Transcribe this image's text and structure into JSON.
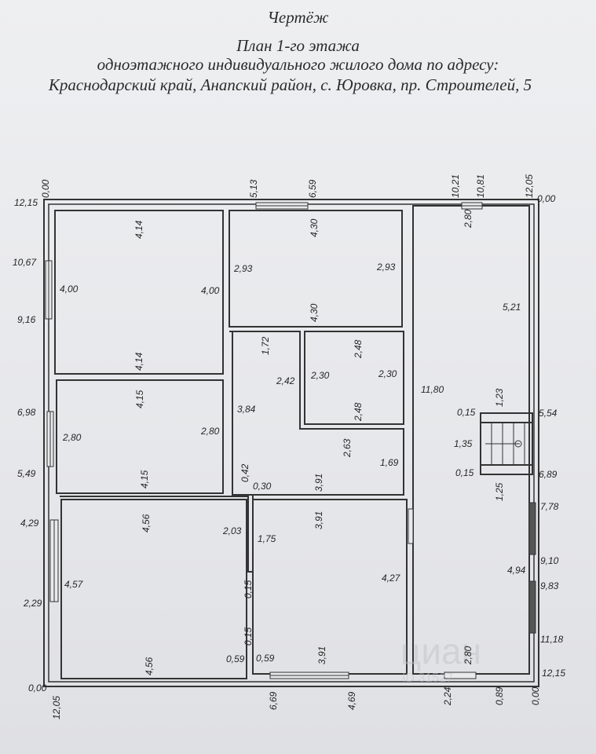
{
  "title": {
    "line1": "Чертёж",
    "line2": "План 1-го этажа",
    "line3": "одноэтажного индивидуального жилого дома по адресу:",
    "line4": "Краснодарский край, Анапский район, с. Юровка, пр. Строителей, 5"
  },
  "dims": {
    "top_left_0": "0,00",
    "top_left_1215": "12,15",
    "top_513": "5,13",
    "top_659": "6,59",
    "top_1021": "10,21",
    "top_1081": "10,81",
    "top_1205": "12,05",
    "top_right_0": "0,00",
    "left_1067": "10,67",
    "left_916": "9,16",
    "left_698": "6,98",
    "left_549": "5,49",
    "left_429": "4,29",
    "left_229": "2,29",
    "bottom_left_0": "0,00",
    "bottom_left_1205": "12,05",
    "bottom_669": "6,69",
    "bottom_469": "4,69",
    "bottom_224": "2,24",
    "bottom_089": "0,89",
    "bottom_right_0": "0,00",
    "bottom_right_1215": "12,15",
    "right_554": "5,54",
    "right_689": "6,89",
    "right_778": "7,78",
    "right_910": "9,10",
    "right_983": "9,83",
    "right_1118": "11,18",
    "r1_top": "4,14",
    "r1_left": "4,00",
    "r1_right": "4,00",
    "r1_bottom": "4,14",
    "r2_top": "4,30",
    "r2_left": "2,93",
    "r2_right": "2,93",
    "r2_bottom": "4,30",
    "corr_172": "1,72",
    "corr_242": "2,42",
    "corr_384": "3,84",
    "r3_top": "2,48",
    "r3_left": "2,30",
    "r3_right": "2,30",
    "r3_bottom": "2,48",
    "r4_top": "4,15",
    "r4_left": "2,80",
    "r4_right": "2,80",
    "r4_bottom": "4,15",
    "corr_263": "2,63",
    "corr_169": "1,69",
    "corr_042": "0,42",
    "corr_030": "0,30",
    "corr_391": "3,91",
    "right_280_top": "2,80",
    "right_521": "5,21",
    "right_1180": "11,80",
    "stair_123": "1,23",
    "stair_015a": "0,15",
    "stair_135": "1,35",
    "stair_015b": "0,15",
    "stair_125": "1,25",
    "right_494": "4,94",
    "right_280_bot": "2,80",
    "r5_top": "4,56",
    "r5_left": "4,57",
    "r5_203": "2,03",
    "r5_015a": "0,15",
    "r5_015b": "0,15",
    "r5_bottom": "4,56",
    "r5_059a": "0,59",
    "r5_059b": "0,59",
    "r6_175": "1,75",
    "r6_top": "3,91",
    "r6_right": "4,27",
    "r6_bottom": "3,91"
  },
  "watermark": {
    "brand": "циан",
    "id": "ID 31527"
  }
}
